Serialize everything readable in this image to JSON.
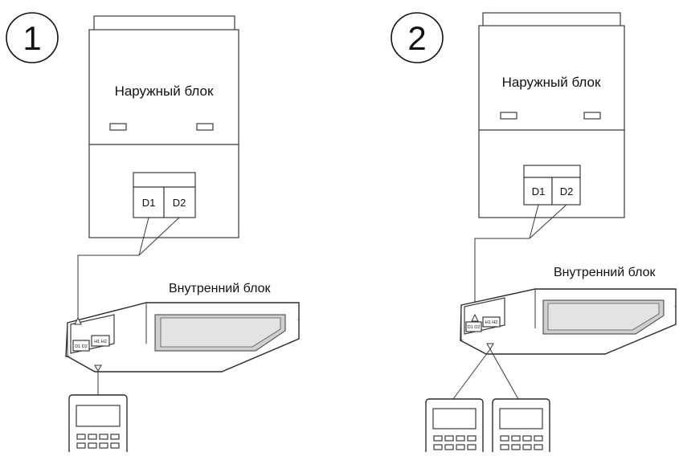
{
  "diagrams": [
    {
      "number": "1",
      "outdoor_label": "Наружный блок",
      "terminals": [
        "D1",
        "D2"
      ],
      "indoor_label": "Внутренний блок",
      "indoor_port_labels": [
        "D1 D2",
        "H1 H2"
      ],
      "controllers": 1
    },
    {
      "number": "2",
      "outdoor_label": "Наружный блок",
      "terminals": [
        "D1",
        "D2"
      ],
      "indoor_label": "Внутренний блок",
      "indoor_port_labels": [
        "D1 D2",
        "H1 H2"
      ],
      "controllers": 2
    }
  ]
}
